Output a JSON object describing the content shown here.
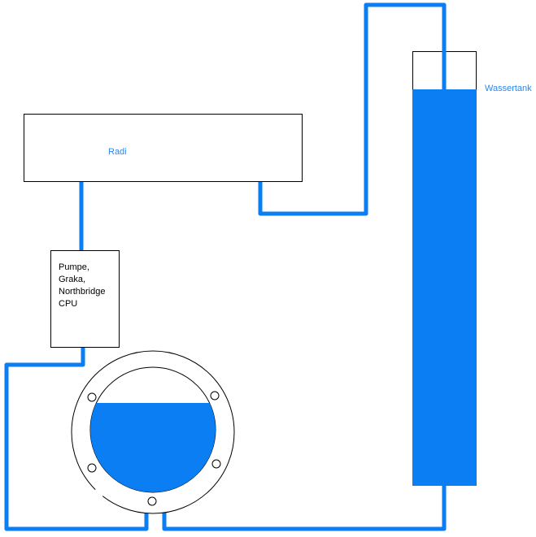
{
  "radiator": {
    "label": "Radi"
  },
  "pump_box": {
    "lines": [
      "Pumpe,",
      "Graka,",
      "Northbridge",
      "CPU"
    ]
  },
  "tank": {
    "label": "Wassertank",
    "fill_level": 0.91
  },
  "reservoir": {
    "fill_level": 0.7
  },
  "colors": {
    "water": "#0a7ef2",
    "outline": "#000000",
    "label": "#2b86f0"
  }
}
